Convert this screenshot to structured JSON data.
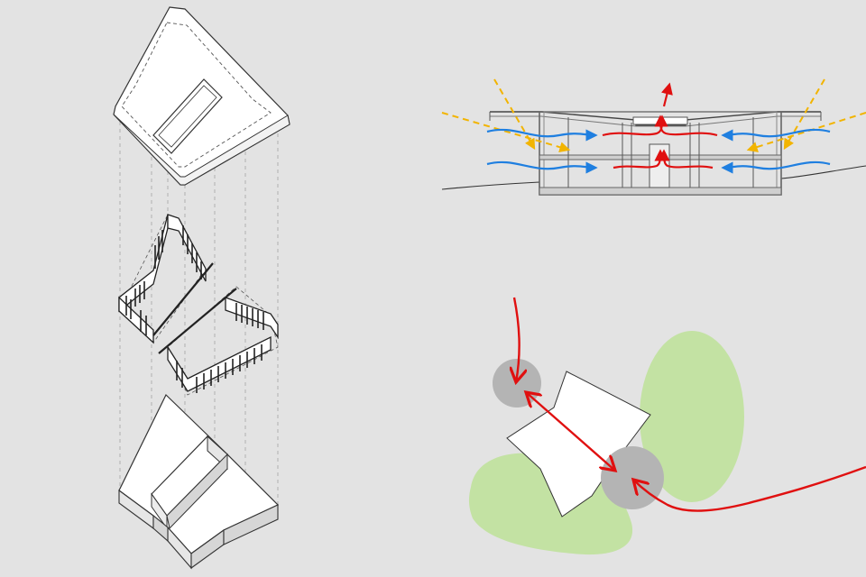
{
  "colors": {
    "background": "#e3e3e3",
    "line": "#333333",
    "surface": "#ffffff",
    "heat_flow": "#e01010",
    "air_flow": "#1f7fe0",
    "sun_rays": "#f2b400",
    "greenery": "#c3e2a3",
    "node": "#b4b4b4",
    "section_fill": "#cfcfcf"
  },
  "diagrams": {
    "exploded_axonometric": {
      "layers": [
        "roof",
        "walls",
        "mass"
      ]
    },
    "section_climate": {
      "arrows": [
        "sun-ray",
        "cross-ventilation",
        "stack-effect"
      ]
    },
    "site_plan": {
      "elements": [
        "building-footprint",
        "green-area",
        "access-node",
        "circulation-path"
      ]
    }
  }
}
